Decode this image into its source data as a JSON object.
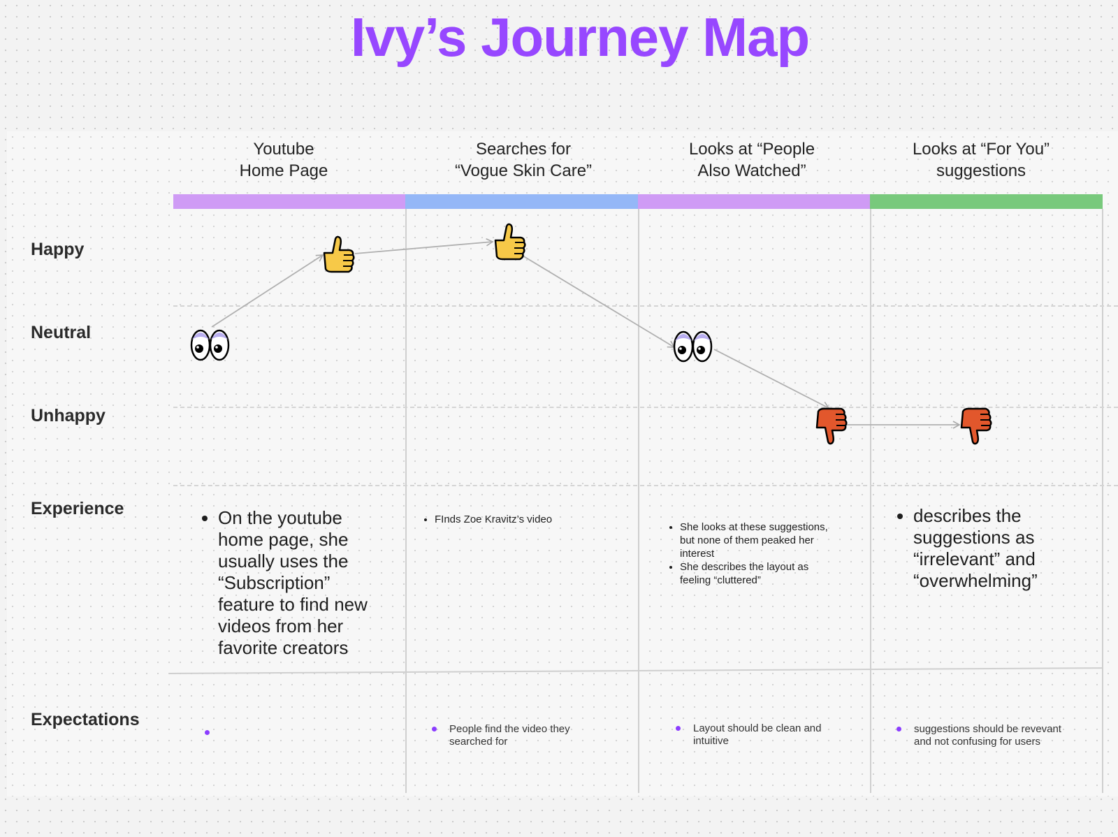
{
  "title": "Ivy’s Journey Map",
  "rows": {
    "happy": "Happy",
    "neutral": "Neutral",
    "unhappy": "Unhappy",
    "experience": "Experience",
    "expectations": "Expectations"
  },
  "stages": [
    {
      "title_line1": "Youtube",
      "title_line2": "Home Page",
      "bar_color": "#cf9bf5",
      "emotion": "neutral → happy",
      "experience": [
        "On the youtube home page, she usually  uses the “Subscription” feature to find new videos from her favorite creators"
      ],
      "expectation": ""
    },
    {
      "title_line1": "Searches for",
      "title_line2": "“Vogue Skin Care”",
      "bar_color": "#94b7f7",
      "emotion": "happy",
      "experience": [
        "FInds Zoe Kravitz’s video"
      ],
      "expectation": "People find the video they searched for"
    },
    {
      "title_line1": "Looks at “People",
      "title_line2": "Also Watched”",
      "bar_color": "#cf9bf5",
      "emotion": "neutral → unhappy",
      "experience": [
        "She looks at these suggestions, but none of them peaked her interest",
        "She describes the layout as feeling “cluttered”"
      ],
      "expectation": "Layout should be clean and intuitive"
    },
    {
      "title_line1": "Looks at “For You”",
      "title_line2": "suggestions",
      "bar_color": "#78c97c",
      "emotion": "unhappy",
      "experience": [
        "describes the suggestions as “irrelevant” and “overwhelming”"
      ],
      "expectation": "suggestions should be revevant and not confusing for users"
    }
  ],
  "colors": {
    "title": "#9747ff",
    "bullet": "#8b3dff",
    "thumbs_up": "#f7c948",
    "thumbs_down": "#e2572c"
  },
  "icons": [
    "eyes-icon",
    "thumbs-up-icon",
    "thumbs-down-icon"
  ]
}
